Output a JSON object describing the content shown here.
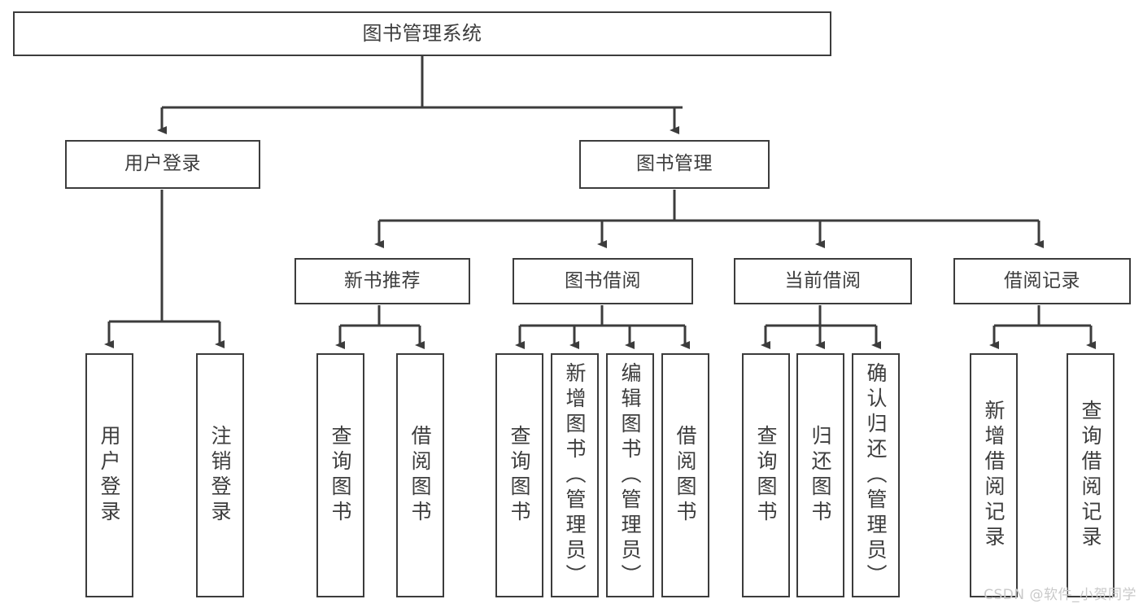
{
  "diagram": {
    "title": "图书管理系统",
    "watermark": "CSDN @软件_小贺同学",
    "colors": {
      "background": "#ffffff",
      "box_border": "#3c3c3c",
      "connector": "#3c3c3c",
      "text": "#3d3d3d",
      "watermark": "#c9c9c9"
    },
    "root": {
      "label": "图书管理系统"
    },
    "level2": [
      {
        "label": "用户登录"
      },
      {
        "label": "图书管理"
      }
    ],
    "level3": [
      {
        "label": "新书推荐"
      },
      {
        "label": "图书借阅"
      },
      {
        "label": "当前借阅"
      },
      {
        "label": "借阅记录"
      }
    ],
    "leaves": {
      "user_login": [
        {
          "label": "用户登录"
        },
        {
          "label": "注销登录"
        }
      ],
      "new_book_recommend": [
        {
          "label": "查询图书"
        },
        {
          "label": "借阅图书"
        }
      ],
      "book_borrow": [
        {
          "label": "查询图书"
        },
        {
          "label": "新增图书（管理员）"
        },
        {
          "label": "编辑图书（管理员）"
        },
        {
          "label": "借阅图书"
        }
      ],
      "current_borrow": [
        {
          "label": "查询图书"
        },
        {
          "label": "归还图书"
        },
        {
          "label": "确认归还（管理员）"
        }
      ],
      "borrow_record": [
        {
          "label": "新增借阅记录"
        },
        {
          "label": "查询借阅记录"
        }
      ]
    }
  }
}
